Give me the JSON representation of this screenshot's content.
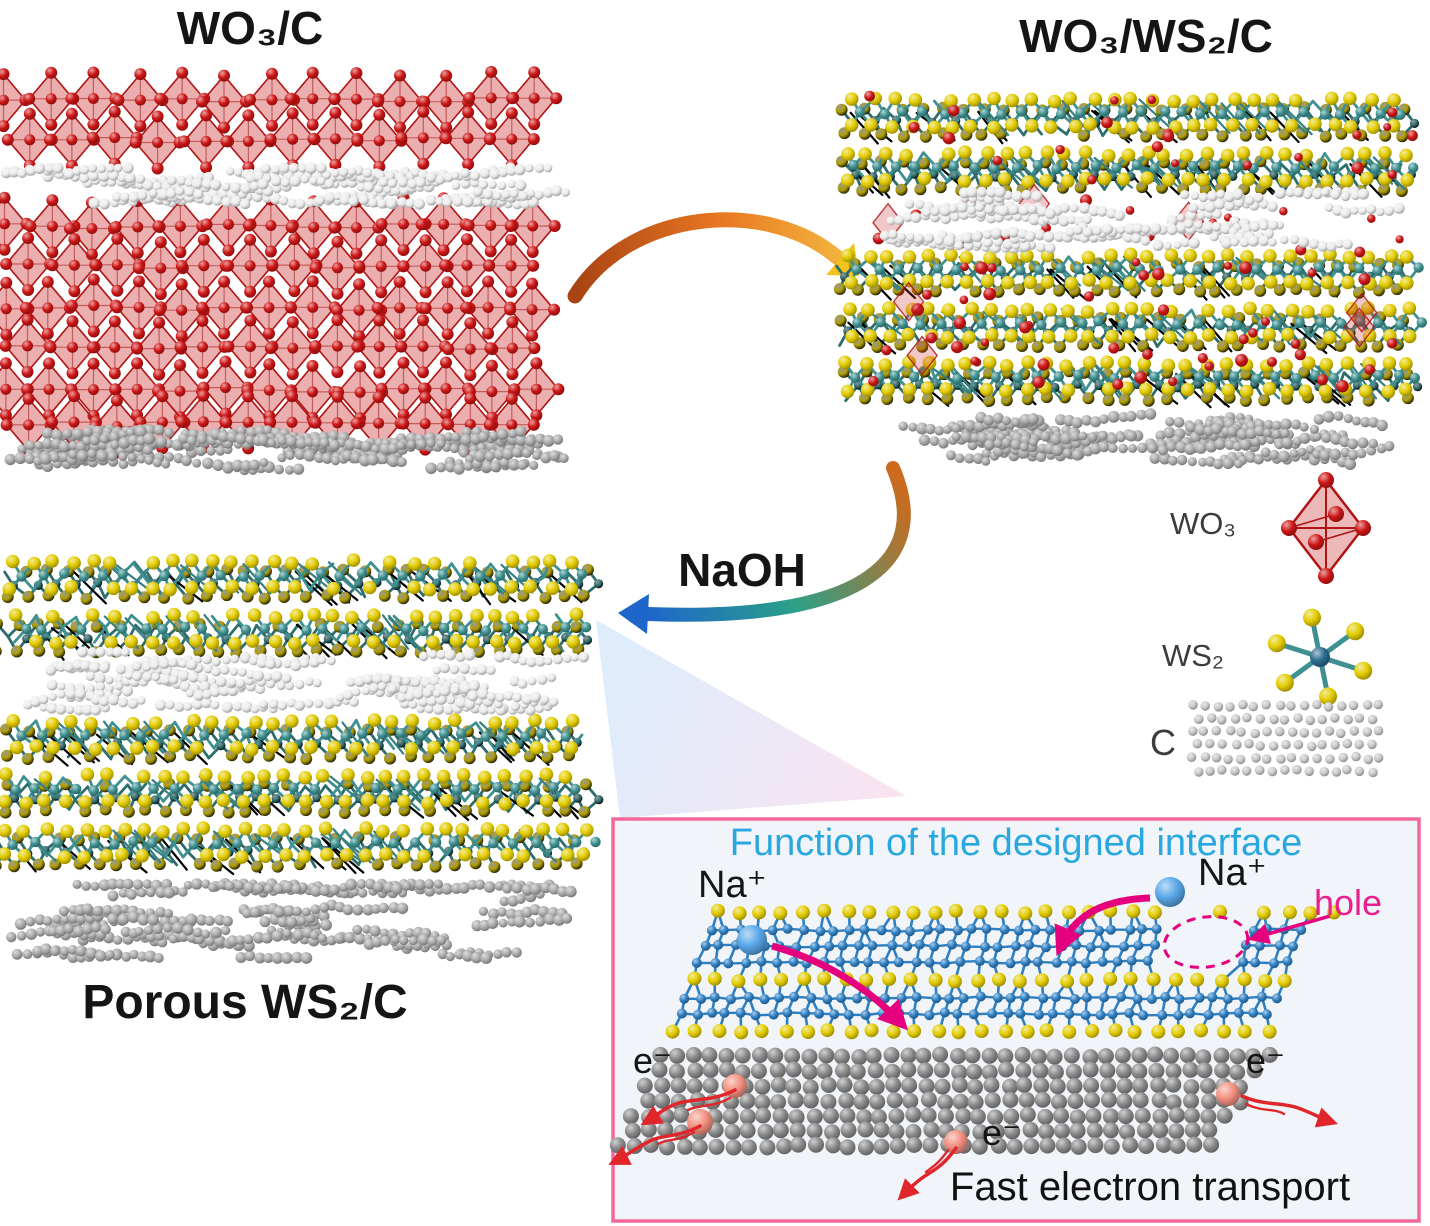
{
  "figure": {
    "panels": {
      "wo3c": {
        "title": "WO₃/C"
      },
      "wo3ws2c": {
        "title": "WO₃/WS₂/C"
      },
      "porous_ws2c": {
        "title": "Porous WS₂/C"
      }
    },
    "reaction": {
      "naoh_label": "NaOH"
    },
    "legend": {
      "wo3": "WO₃",
      "ws2": "WS₂",
      "c": "C"
    },
    "interface_box": {
      "title": "Function of the designed interface",
      "na_left": "Na⁺",
      "na_right": "Na⁺",
      "hole": "hole",
      "e_left": "e⁻",
      "e_right": "e⁻",
      "e_bottom": "e⁻",
      "caption": "Fast electron transport"
    },
    "colors": {
      "wo3_red": "#cc1515",
      "ws2_yellow": "#e3cc00",
      "ws2_teal": "#3f9191",
      "carbon_gray": "#ababab",
      "carbon_white": "#ececec",
      "interface_blue": "#2e7fc2",
      "interface_carbon": "#8a8a8a",
      "na_blue": "#58a7e8",
      "electron_salmon": "#f2907f",
      "magenta": "#e5007d",
      "box_border_pink": "#f2699c",
      "title_cyan": "#29a8e0",
      "arrow_orange": "#e87722",
      "arrow_yellow": "#f2c21e",
      "arrow_blue": "#1e66c9",
      "electron_arrow_red": "#e0262b"
    }
  }
}
